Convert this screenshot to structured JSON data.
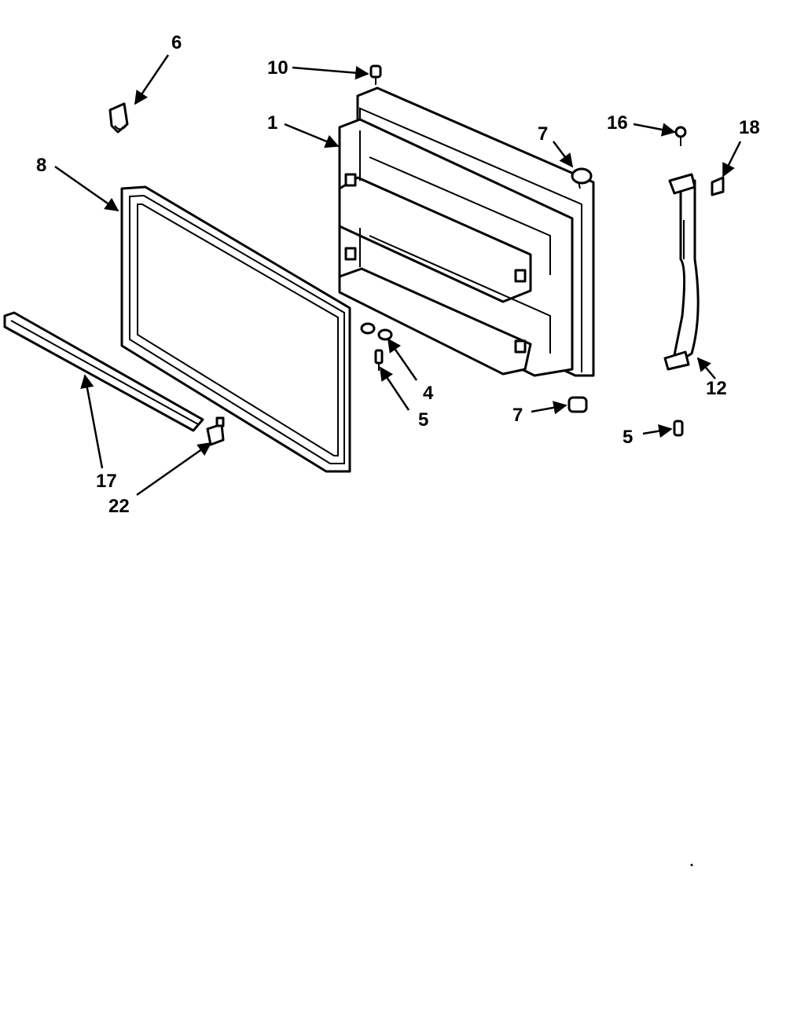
{
  "diagram": {
    "callouts": [
      {
        "id": "c6-top",
        "label": "6"
      },
      {
        "id": "c10",
        "label": "10"
      },
      {
        "id": "c1",
        "label": "1"
      },
      {
        "id": "c7-top",
        "label": "7"
      },
      {
        "id": "c16",
        "label": "16"
      },
      {
        "id": "c18",
        "label": "18"
      },
      {
        "id": "c8",
        "label": "8"
      },
      {
        "id": "c4",
        "label": "4"
      },
      {
        "id": "c5-mid",
        "label": "5"
      },
      {
        "id": "c7-bottom",
        "label": "7"
      },
      {
        "id": "c12",
        "label": "12"
      },
      {
        "id": "c5-right",
        "label": "5"
      },
      {
        "id": "c17",
        "label": "17"
      },
      {
        "id": "c22",
        "label": "22"
      }
    ]
  }
}
